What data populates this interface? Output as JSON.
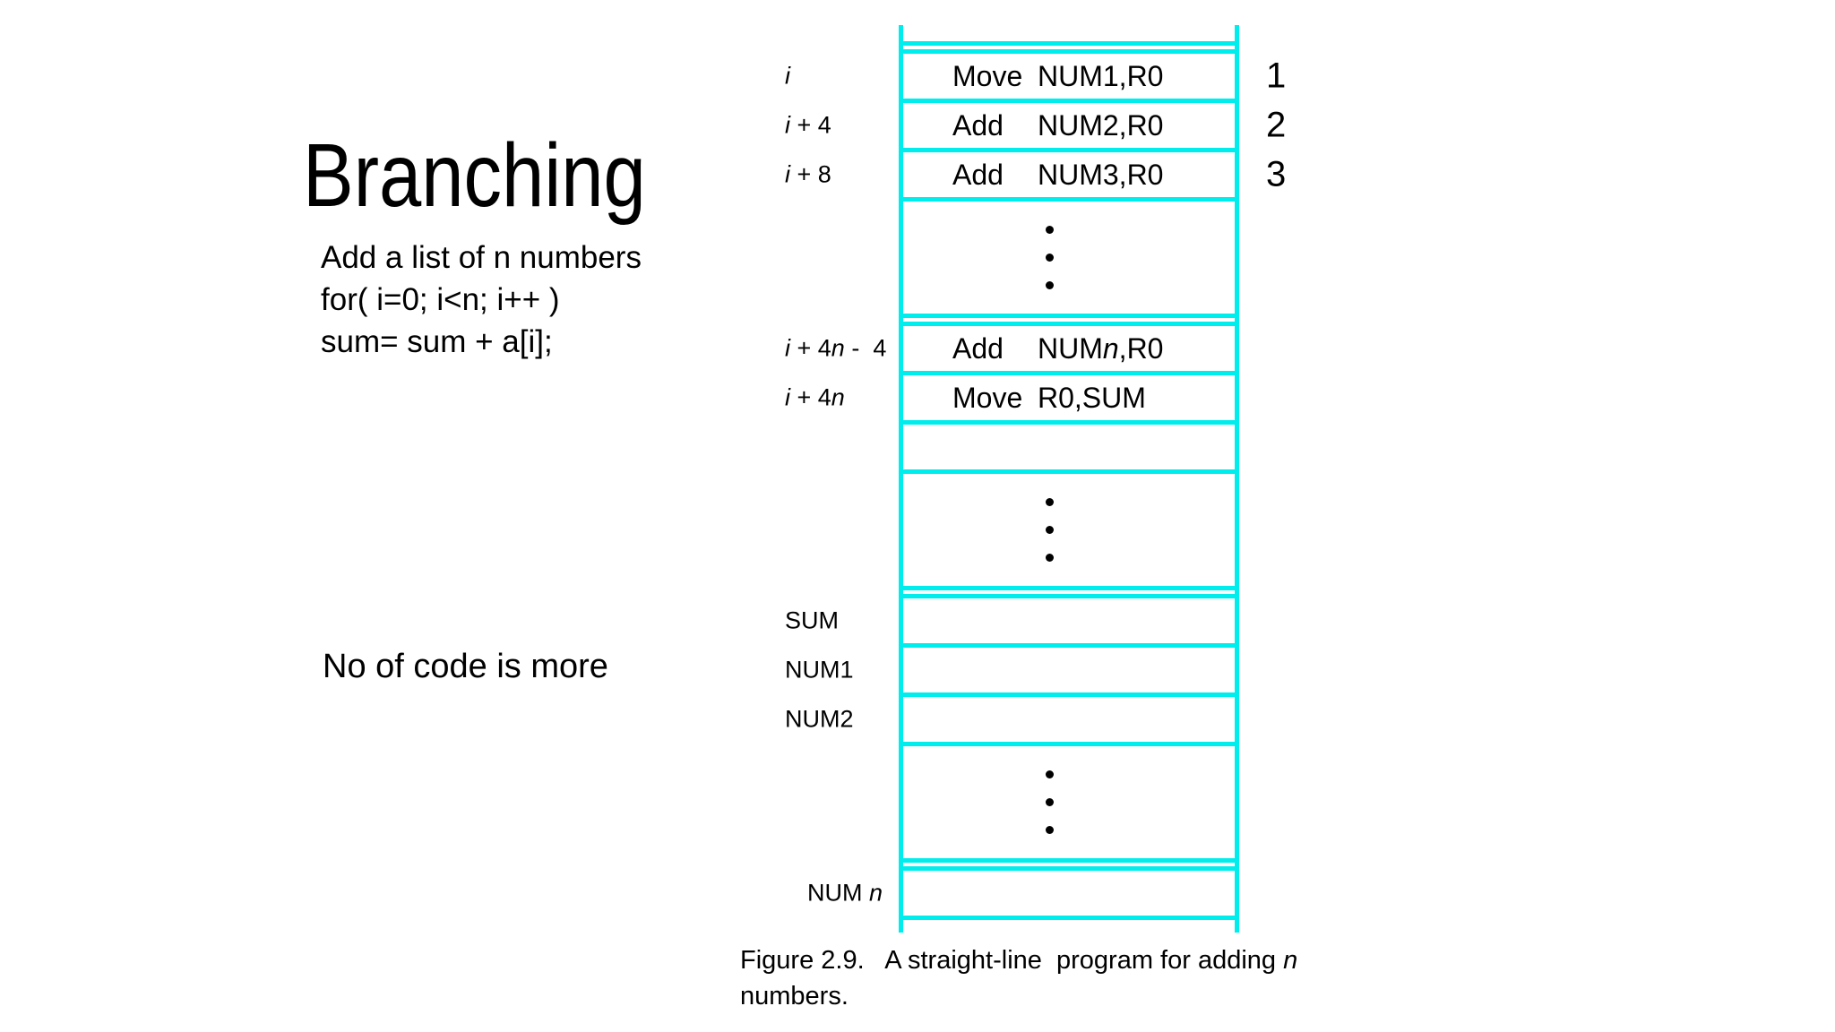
{
  "colors": {
    "diagram_line": "#00EDED",
    "text": "#000000",
    "background": "#FFFFFF"
  },
  "slide": {
    "title": "Branching",
    "code_lines": [
      "Add a list of n numbers",
      "for( i=0; i<n; i++ )",
      "sum= sum + a[i];"
    ],
    "note": "No of code is more"
  },
  "figure": {
    "caption_lines": [
      [
        [
          "Figure 2.9.   A straight-line  program for adding ",
          false
        ],
        [
          "n",
          true
        ]
      ],
      [
        [
          "numbers.",
          false
        ]
      ]
    ]
  },
  "memory": {
    "rows": [
      {
        "type": "sliver"
      },
      {
        "type": "cell",
        "label": [
          [
            "i",
            true
          ]
        ],
        "opcode": "Move",
        "operand": [
          [
            "NUM1,R0",
            false
          ]
        ],
        "seq": "1"
      },
      {
        "type": "cell",
        "label": [
          [
            "i",
            true
          ],
          [
            " + 4",
            false
          ]
        ],
        "opcode": "Add",
        "operand": [
          [
            "NUM2,R0",
            false
          ]
        ],
        "seq": "2"
      },
      {
        "type": "cell",
        "label": [
          [
            "i",
            true
          ],
          [
            " + 8",
            false
          ]
        ],
        "opcode": "Add",
        "operand": [
          [
            "NUM3,R0",
            false
          ]
        ],
        "seq": "3"
      },
      {
        "type": "dots"
      },
      {
        "type": "break"
      },
      {
        "type": "cell",
        "label": [
          [
            "i",
            true
          ],
          [
            " + 4",
            false
          ],
          [
            "n",
            true
          ],
          [
            " -  4",
            false
          ]
        ],
        "opcode": "Add",
        "operand": [
          [
            "NUM",
            false
          ],
          [
            "n",
            true
          ],
          [
            ",R0",
            false
          ]
        ]
      },
      {
        "type": "cell",
        "label": [
          [
            "i",
            true
          ],
          [
            " + 4",
            false
          ],
          [
            "n",
            true
          ]
        ],
        "opcode": "Move",
        "operand": [
          [
            "R0,SUM",
            false
          ]
        ]
      },
      {
        "type": "cell"
      },
      {
        "type": "dots"
      },
      {
        "type": "break"
      },
      {
        "type": "cell",
        "label": [
          [
            "SUM",
            false
          ]
        ]
      },
      {
        "type": "cell",
        "label": [
          [
            "NUM1",
            false
          ]
        ]
      },
      {
        "type": "cell",
        "label": [
          [
            "NUM2",
            false
          ]
        ]
      },
      {
        "type": "dots"
      },
      {
        "type": "break"
      },
      {
        "type": "cell",
        "label": [
          [
            "NUM ",
            false
          ],
          [
            "n",
            true
          ]
        ],
        "label_indent": true
      }
    ]
  }
}
